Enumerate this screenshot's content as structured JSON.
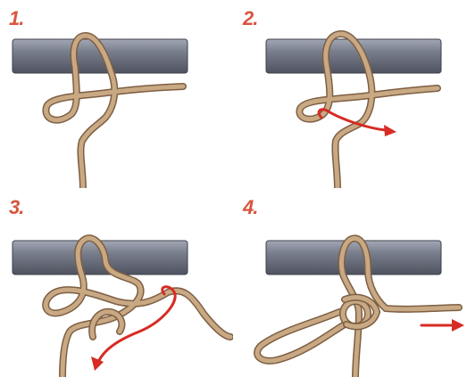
{
  "steps": [
    {
      "label": "1."
    },
    {
      "label": "2."
    },
    {
      "label": "3."
    },
    {
      "label": "4."
    }
  ],
  "colors": {
    "step_label": "#d8553f",
    "bar": "#6e7382",
    "bar_highlight": "#a3a8b5",
    "rope": "#b89572",
    "rope_outline": "#7d5f43",
    "arrow": "#d62c24"
  }
}
